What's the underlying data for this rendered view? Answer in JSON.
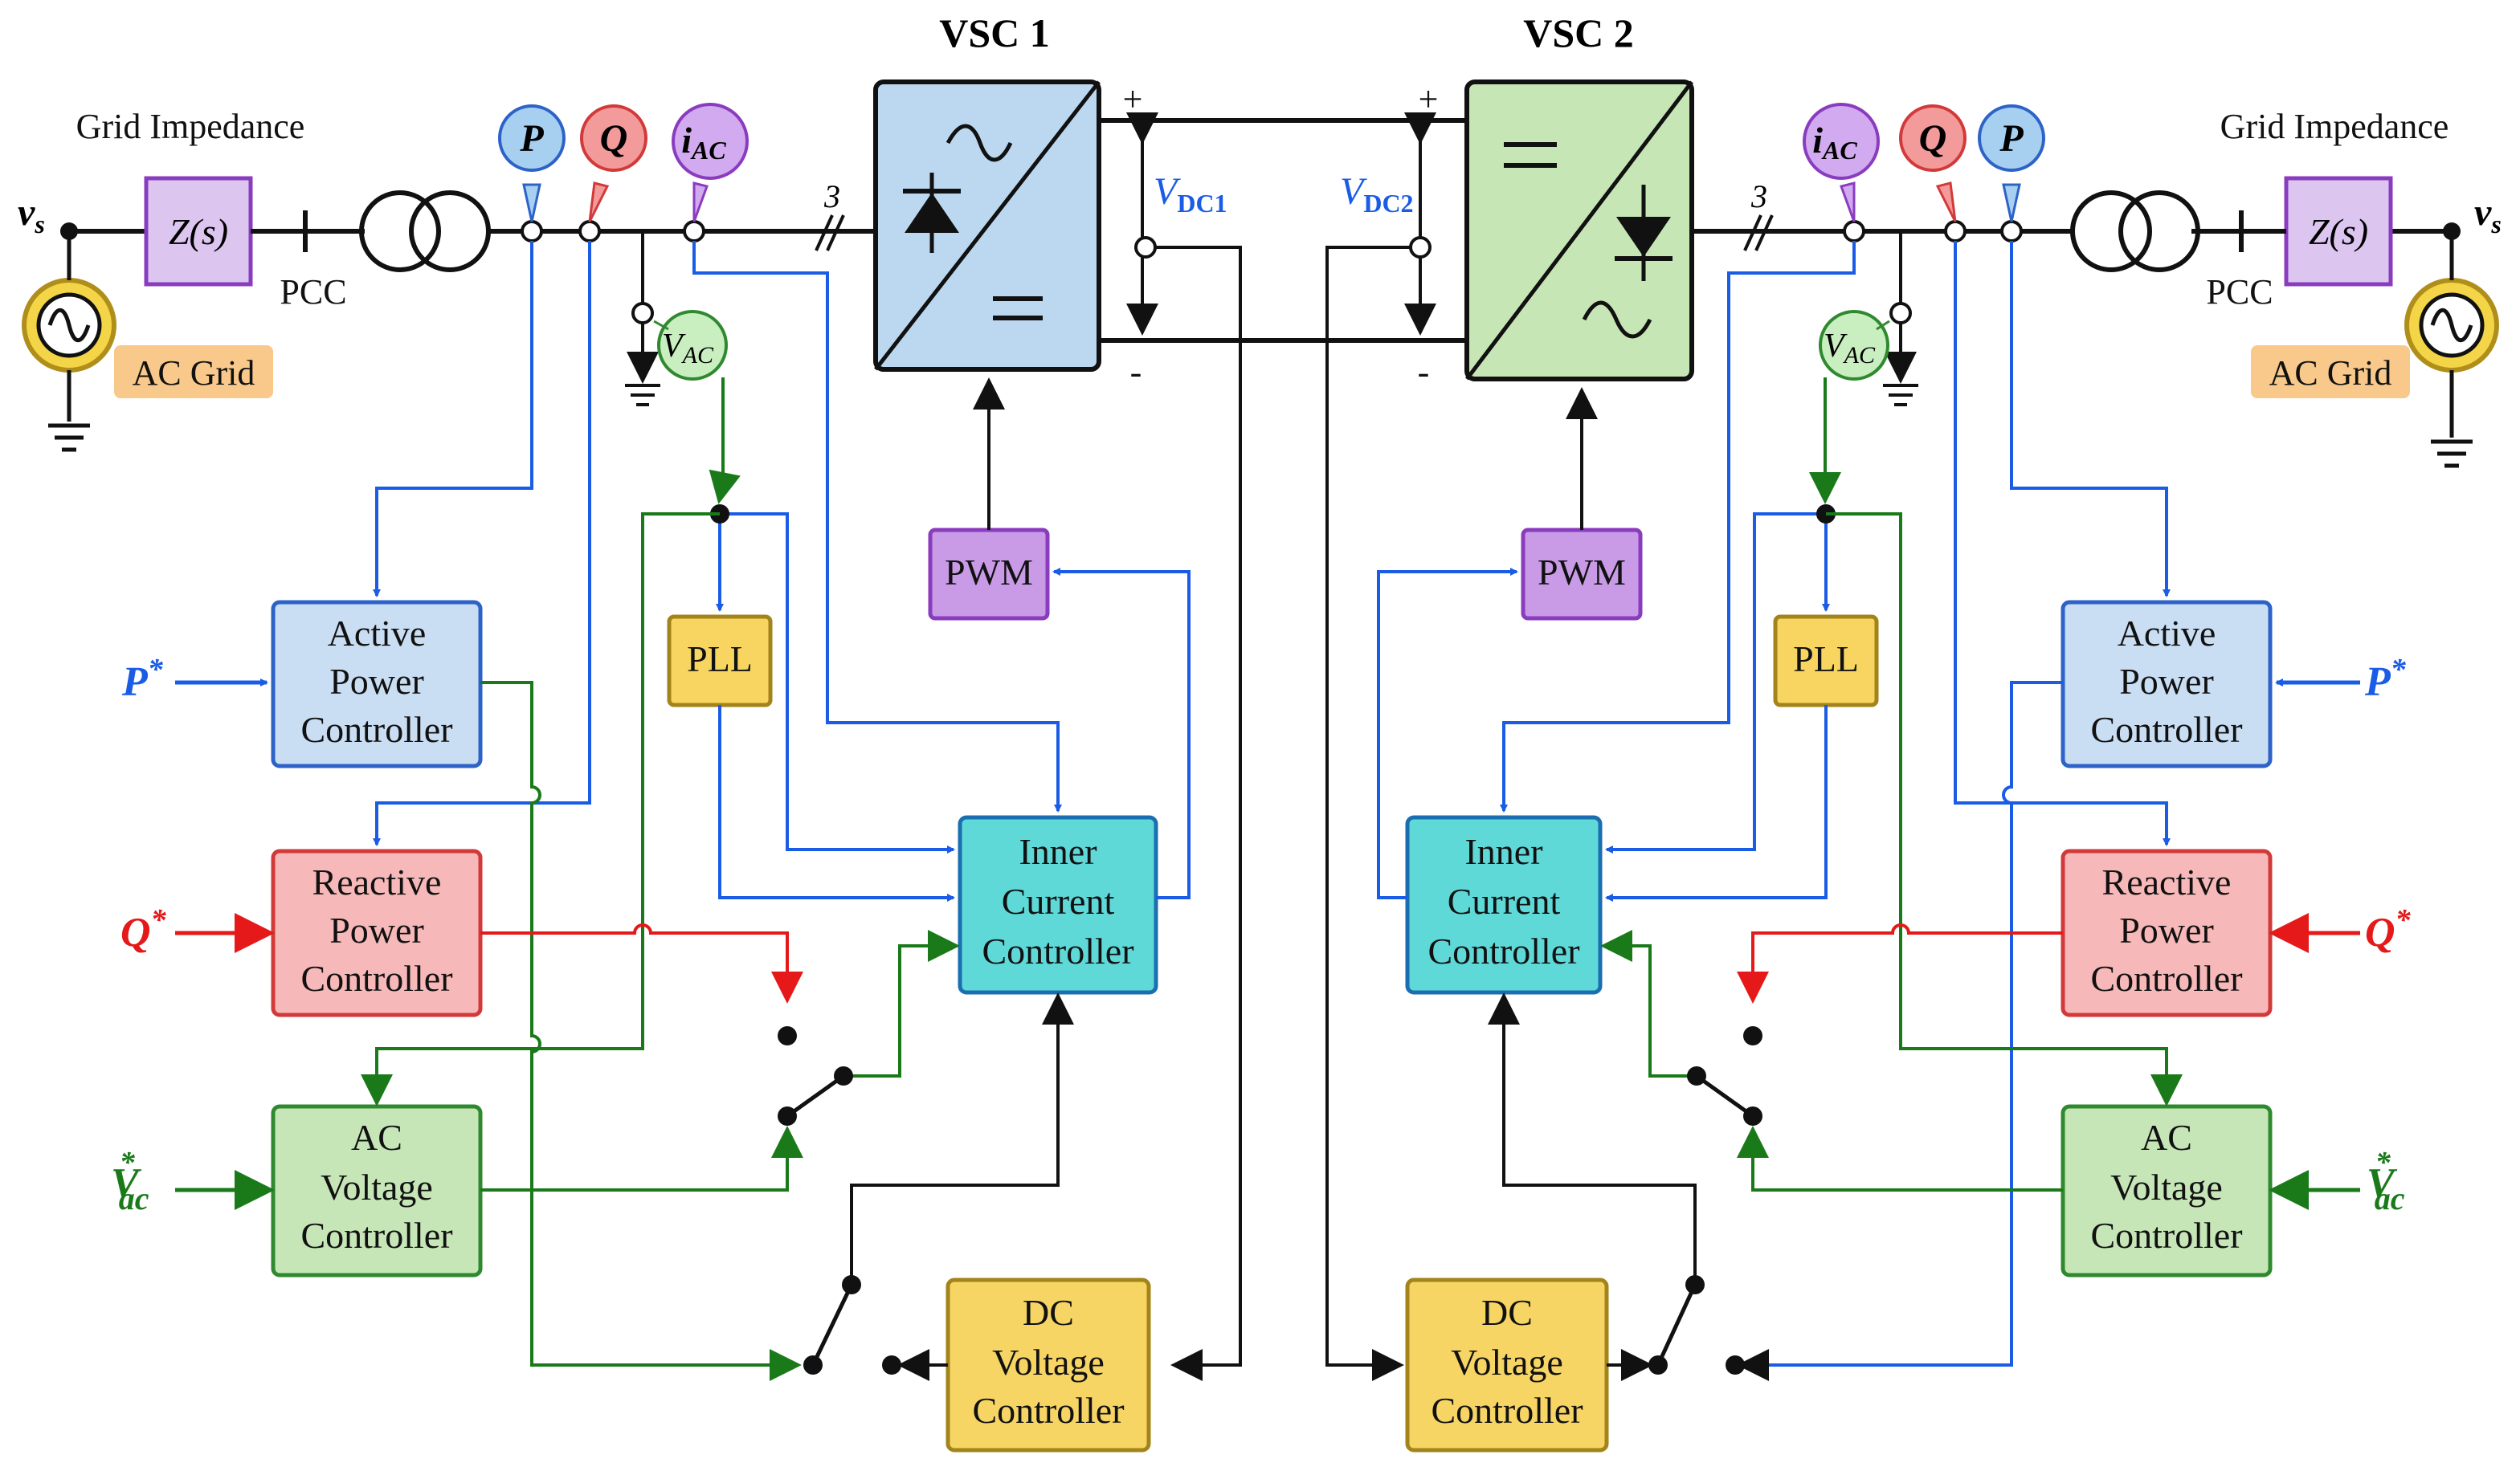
{
  "left": {
    "title": "VSC 1",
    "grid_impedance": "Grid Impedance",
    "impedance": "Z(s)",
    "pcc": "PCC",
    "ac_grid": "AC Grid",
    "vs_main": "v",
    "vs_sub": "s",
    "p_meas": "P",
    "q_meas": "Q",
    "iac_main": "i",
    "iac_sub": "AC",
    "vac_main": "V",
    "vac_sub": "AC",
    "vdc_main": "V",
    "vdc_sub": "DC1",
    "three": "3",
    "plus": "+",
    "minus": "-",
    "pwm": "PWM",
    "pll": "PLL",
    "active": [
      "Active",
      "Power",
      "Controller"
    ],
    "reactive": [
      "Reactive",
      "Power",
      "Controller"
    ],
    "acv": [
      "AC",
      "Voltage",
      "Controller"
    ],
    "inner": [
      "Inner",
      "Current",
      "Controller"
    ],
    "dcv": [
      "DC",
      "Voltage",
      "Controller"
    ],
    "p_ref": "P",
    "q_ref": "Q",
    "v_ref_main": "V",
    "v_ref_sub": "ac",
    "star": "*"
  },
  "right": {
    "title": "VSC 2",
    "grid_impedance": "Grid Impedance",
    "impedance": "Z(s)",
    "pcc": "PCC",
    "ac_grid": "AC Grid",
    "vs_main": "v",
    "vs_sub": "s",
    "p_meas": "P",
    "q_meas": "Q",
    "iac_main": "i",
    "iac_sub": "AC",
    "vac_main": "V",
    "vac_sub": "AC",
    "vdc_main": "V",
    "vdc_sub": "DC2",
    "three": "3",
    "plus": "+",
    "minus": "-",
    "pwm": "PWM",
    "pll": "PLL",
    "active": [
      "Active",
      "Power",
      "Controller"
    ],
    "reactive": [
      "Reactive",
      "Power",
      "Controller"
    ],
    "acv": [
      "AC",
      "Voltage",
      "Controller"
    ],
    "inner": [
      "Inner",
      "Current",
      "Controller"
    ],
    "dcv": [
      "DC",
      "Voltage",
      "Controller"
    ],
    "p_ref": "P",
    "q_ref": "Q",
    "v_ref_main": "V",
    "v_ref_sub": "ac",
    "star": "*"
  },
  "colors": {
    "blue": "#1a5ce6",
    "red": "#e51919",
    "green": "#1a7a1a",
    "black": "#111111",
    "active_fill": "#c9ddf3",
    "active_stroke": "#2d63c8",
    "reactive_fill": "#f6b8b8",
    "reactive_stroke": "#d23a3a",
    "acv_fill": "#c6e6b8",
    "acv_stroke": "#2f8a2f",
    "inner_fill": "#5fd8d8",
    "inner_stroke": "#1b6fb0",
    "dcv_fill": "#f6d565",
    "dcv_stroke": "#a3841b",
    "pll_fill": "#f7d560",
    "pwm_fill": "#c99ae6",
    "pwm_stroke": "#8a3cbf",
    "vsc1_fill": "#bcd8f0",
    "vsc2_fill": "#c7e6b6",
    "acgrid_fill": "#f8c98a"
  }
}
